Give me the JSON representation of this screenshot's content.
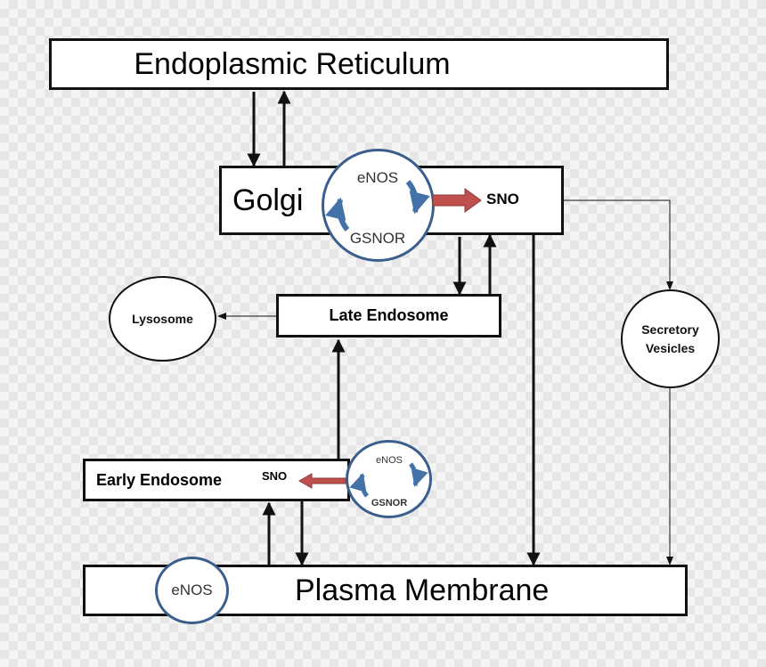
{
  "compartments": {
    "er": "Endoplasmic Reticulum",
    "golgi": "Golgi",
    "late_endosome": "Late Endosome",
    "lysosome": "Lysosome",
    "secretory_line1": "Secretory",
    "secretory_line2": "Vesicles",
    "early_endosome": "Early Endosome",
    "plasma_membrane": "Plasma Membrane"
  },
  "enzymes": {
    "golgi_top": "eNOS",
    "golgi_bottom": "GSNOR",
    "early_top": "eNOS",
    "early_bottom": "GSNOR",
    "membrane": "eNOS"
  },
  "products": {
    "golgi_sno": "SNO",
    "early_sno": "SNO"
  },
  "colors": {
    "line": "#111111",
    "enzyme_ring": "#3a5f8f",
    "cycle_arrow": "#4472a8",
    "sno_arrow": "#c0504d"
  }
}
